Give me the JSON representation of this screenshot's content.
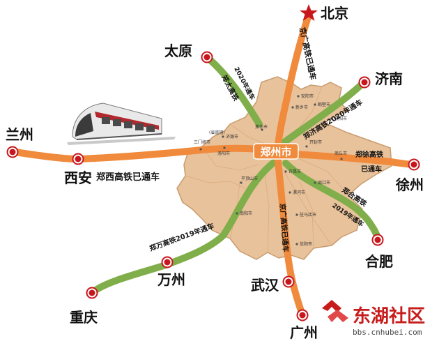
{
  "map": {
    "center_label": "郑州市",
    "colors": {
      "province": "#e8c29a",
      "province_edge": "#c99b6e",
      "built_line": "#f08a3c",
      "future_line": "#7fae4a",
      "node": "#c8161d",
      "star": "#c8161d"
    },
    "cities": [
      {
        "id": "beijing",
        "label": "北京",
        "marker": "star-icon"
      },
      {
        "id": "taiyuan",
        "label": "太原",
        "marker": "station-dot-icon"
      },
      {
        "id": "jinan",
        "label": "济南",
        "marker": "station-dot-icon"
      },
      {
        "id": "lanzhou",
        "label": "兰州",
        "marker": "station-dot-icon"
      },
      {
        "id": "xian",
        "label": "西安",
        "marker": "station-dot-icon"
      },
      {
        "id": "xuzhou",
        "label": "徐州",
        "marker": "station-dot-icon"
      },
      {
        "id": "hefei",
        "label": "合肥",
        "marker": "station-dot-icon"
      },
      {
        "id": "wanzhou",
        "label": "万州",
        "marker": "station-dot-icon"
      },
      {
        "id": "wuhan",
        "label": "武汉",
        "marker": "station-dot-icon"
      },
      {
        "id": "chongqing",
        "label": "重庆",
        "marker": "station-dot-icon"
      },
      {
        "id": "guangzhou",
        "label": "广州",
        "marker": "station-dot-icon"
      }
    ],
    "routes": [
      {
        "id": "jingguang-north",
        "label": "京广高铁已通车",
        "status": "built"
      },
      {
        "id": "zhengtai",
        "label_line1": "2020年通车",
        "label_line2": "郑太高铁",
        "status": "2020"
      },
      {
        "id": "zhengji",
        "label": "郑济高铁2020年通车",
        "status": "2020"
      },
      {
        "id": "zhengxi",
        "label": "郑西高铁已通车",
        "status": "built"
      },
      {
        "id": "zhengxu",
        "label_line1": "郑徐高铁",
        "label_line2": "已通车",
        "status": "built"
      },
      {
        "id": "zhenghe",
        "label_line1": "郑合高铁",
        "label_line2": "2019年通车",
        "status": "2019"
      },
      {
        "id": "zhengwan",
        "label": "郑万高铁2019年通车",
        "status": "2019"
      },
      {
        "id": "jingguang-south",
        "label": "京广高铁已通车",
        "status": "built"
      }
    ],
    "towns": [
      "安阳市",
      "鹤壁市",
      "新乡市",
      "焦作市",
      "濮阳市",
      "济源市",
      "洛阳市",
      "开封市",
      "商丘市",
      "许昌市",
      "平顶山市",
      "漯河市",
      "周口市",
      "三门峡市",
      "南阳市",
      "驻马店市",
      "信阳市",
      "(省直辖)"
    ]
  },
  "watermark": {
    "title": "东湖社区",
    "url": "bbs.cnhubei.com",
    "logo": "cnhubei-logo-icon"
  }
}
